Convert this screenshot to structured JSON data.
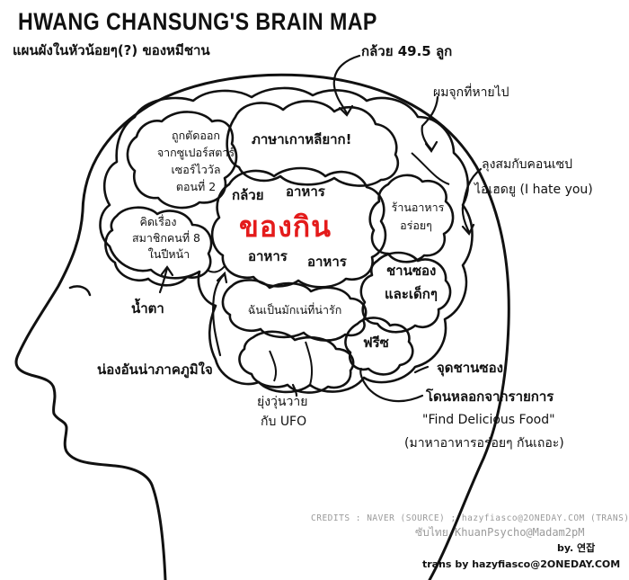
{
  "title": "HWANG CHANSUNG'S BRAIN MAP",
  "subtitle": "แผนผังในหัวน้อยๆ(?) ของหมีชาน",
  "outside_labels": {
    "bananas": "กล้วย 49.5 ลูก",
    "lost_hair": "ผมจุกที่หายไป",
    "concert": "ลุงสมกับคอนเซป",
    "ihatyou": "ไอเฮดยู (I hate you)",
    "tears": "น้ำตา",
    "buttocks": "น่องอันน่าภาคภูมิใจ",
    "ufo_line1": "ยุ่งวุ่นวาย",
    "ufo_line2": "กับ UFO",
    "weak_spot": "จุดชานซอง",
    "show_line1": "โดนหลอกจากรายการ",
    "show_line2": "\"Find Delicious Food\"",
    "show_line3": "(มาหาอาหารอร่อยๆ กันเถอะ)"
  },
  "regions": {
    "korean": "ภาษาเกาหลียาก!",
    "superstar_1": "ถูกตัดออก",
    "superstar_2": "จากซูเปอร์สตาร์",
    "superstar_3": "เซอร์ไววัล",
    "superstar_4": "ตอนที่ 2",
    "member_1": "คิดเรื่อง",
    "member_2": "สมาชิกคนที่ 8",
    "member_3": "ในปีหน้า",
    "restaurant_1": "ร้านอาหาร",
    "restaurant_2": "อร่อยๆ",
    "chansung_kids_1": "ชานซอง",
    "chansung_kids_2": "และเด็กๆ",
    "free": "ฟรีซ",
    "cute": "ฉันเป็นมักเน่ที่น่ารัก"
  },
  "food_center": {
    "banana": "กล้วย",
    "food_1": "อาหาร",
    "main": "ของกิน",
    "food_2": "อาหาร",
    "food_3": "อาหาร"
  },
  "credits": {
    "source": "CREDITS : NAVER (SOURCE) ; hazyfiasco@2ONEDAY.COM (TRANS)",
    "thai": "ซับไทย KhuanPsycho@Madam2pM",
    "by": "by. 연잡",
    "trans": "trans by hazyfiasco@2ONEDAY.COM"
  },
  "colors": {
    "ink": "#111111",
    "accent_red": "#e41b1b",
    "credit_gray": "#9a9a9a"
  }
}
